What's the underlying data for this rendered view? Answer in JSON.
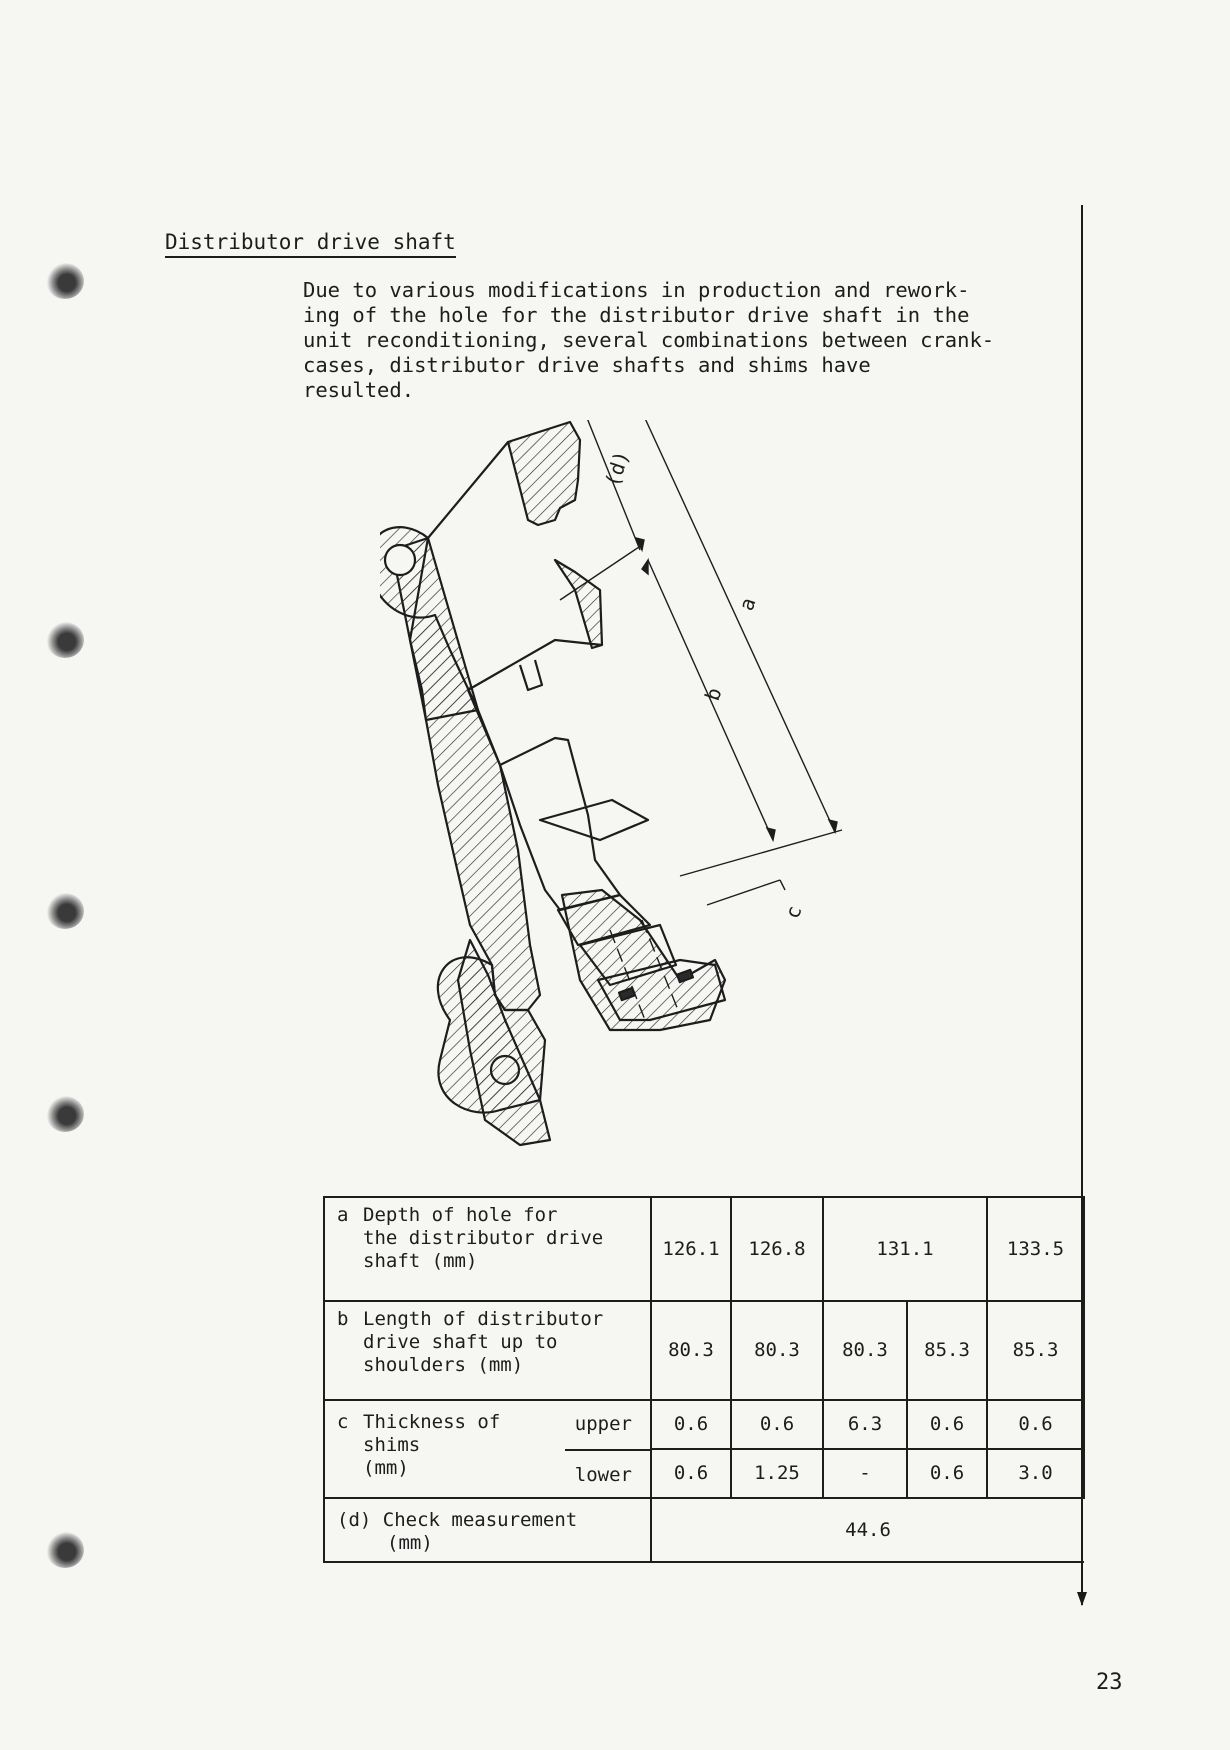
{
  "section_title": "Distributor drive shaft",
  "intro_lines": [
    "Due to various modifications in production and rework-",
    "ing of the hole for the distributor drive shaft in the",
    "unit reconditioning, several combinations between crank-",
    "cases, distributor drive shafts and shims have",
    "resulted."
  ],
  "diagram": {
    "labels": {
      "d": "(d)",
      "a": "a",
      "b": "b",
      "c": "c"
    },
    "colors": {
      "ink": "#1d1d1d",
      "hatch": "#2a2a2a"
    }
  },
  "table": {
    "row_a": {
      "key": "a",
      "label_lines": [
        "Depth of hole for",
        "the distributor drive",
        "shaft (mm)"
      ],
      "values": [
        "126.1",
        "126.8",
        "131.1",
        "133.5"
      ]
    },
    "row_b": {
      "key": "b",
      "label_lines": [
        "Length of distributor",
        "drive shaft up to",
        "shoulders (mm)"
      ],
      "values": [
        "80.3",
        "80.3",
        "80.3",
        "85.3",
        "85.3"
      ]
    },
    "row_c": {
      "key": "c",
      "label_lines": [
        "Thickness of",
        "shims",
        "(mm)"
      ],
      "upper_label": "upper",
      "lower_label": "lower",
      "upper_values": [
        "0.6",
        "0.6",
        "6.3",
        "0.6",
        "0.6"
      ],
      "lower_values": [
        "0.6",
        "1.25",
        "-",
        "0.6",
        "3.0"
      ]
    },
    "row_d": {
      "label": "(d) Check measurement",
      "unit": "(mm)",
      "value": "44.6"
    }
  },
  "page_number": "23"
}
